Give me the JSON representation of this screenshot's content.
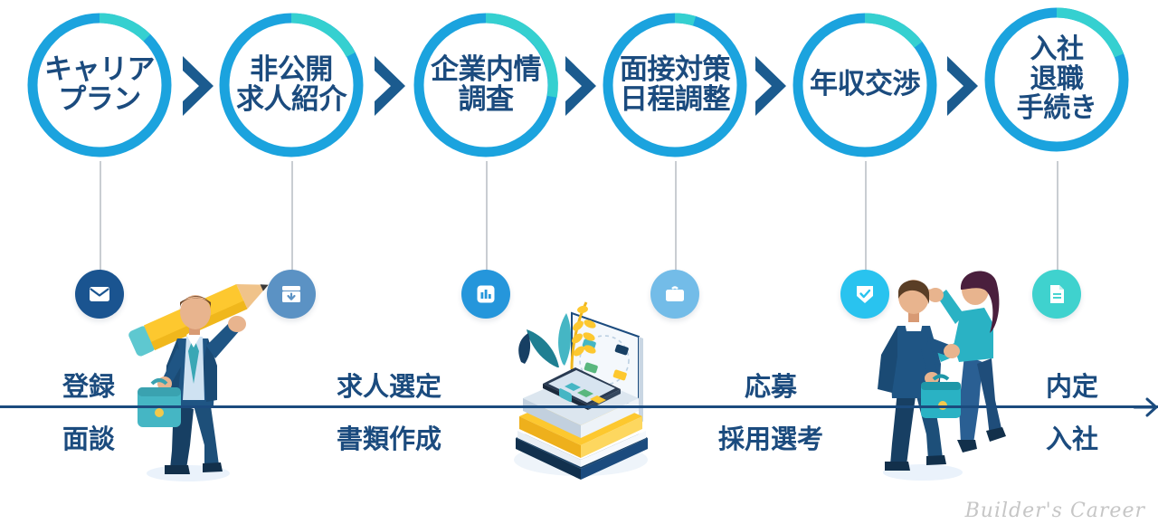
{
  "palette": {
    "ring_blue": "#1ba3de",
    "ring_teal": "#35d0d0",
    "chevron_navy": "#1b5b8f",
    "text_navy": "#1b4b7e",
    "axis_navy": "#1b4b7e",
    "stem_gray": "#c9cdd2",
    "watermark_gray": "#c6c6c6",
    "badge_1": "#1a5490",
    "badge_2": "#5b92c4",
    "badge_3": "#2596db",
    "badge_4": "#73bce8",
    "badge_5": "#29c3ef",
    "badge_6": "#3fd2ce"
  },
  "steps": [
    {
      "id": "career-plan",
      "lines": [
        "キャリア",
        "プラン"
      ]
    },
    {
      "id": "private-jobs",
      "lines": [
        "非公開",
        "求人紹介"
      ]
    },
    {
      "id": "company-research",
      "lines": [
        "企業内情",
        "調査"
      ]
    },
    {
      "id": "interview-prep",
      "lines": [
        "面接対策",
        "日程調整"
      ]
    },
    {
      "id": "salary-negotiation",
      "lines": [
        "年収交渉"
      ]
    },
    {
      "id": "onboarding",
      "lines": [
        "入社",
        "退職",
        "手続き"
      ]
    }
  ],
  "badges": [
    {
      "id": "registration-icon",
      "icon": "envelope-icon",
      "color": "#1a5490"
    },
    {
      "id": "job-download-icon",
      "icon": "download-box-icon",
      "color": "#5b92c4"
    },
    {
      "id": "report-icon",
      "icon": "bar-chart-doc-icon",
      "color": "#2596db"
    },
    {
      "id": "briefcase-icon",
      "icon": "briefcase-icon",
      "color": "#73bce8"
    },
    {
      "id": "approval-icon",
      "icon": "shield-check-icon",
      "color": "#29c3ef"
    },
    {
      "id": "offer-doc-icon",
      "icon": "document-icon",
      "color": "#3fd2ce"
    }
  ],
  "phases": [
    {
      "id": "phase-registration",
      "line1": "登録",
      "line2": "面談"
    },
    {
      "id": "phase-selection",
      "line1": "求人選定",
      "line2": "書類作成"
    },
    {
      "id": "phase-application",
      "line1": "応募",
      "line2": "採用選考"
    },
    {
      "id": "phase-offer",
      "line1": "内定",
      "line2": "入社"
    }
  ],
  "watermark": {
    "text": "Builder's Career"
  }
}
